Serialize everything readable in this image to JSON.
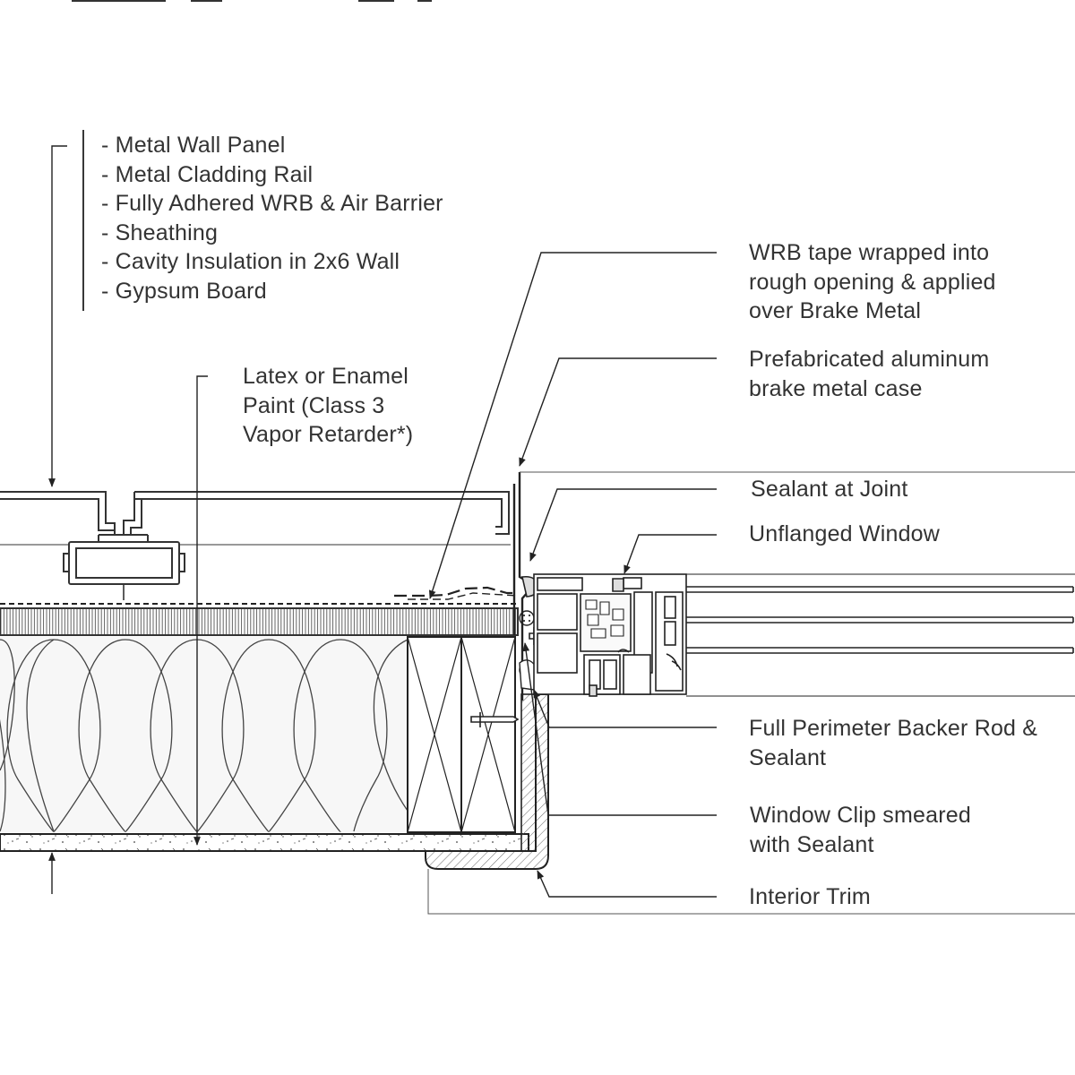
{
  "wall_assembly": [
    "- Metal Wall Panel",
    "- Metal Cladding Rail",
    "- Fully Adhered WRB & Air Barrier",
    "- Sheathing",
    "- Cavity Insulation in 2x6 Wall",
    "- Gypsum Board"
  ],
  "paint_note": [
    "Latex or Enamel",
    "Paint (Class 3",
    "Vapor Retarder*)"
  ],
  "callouts": {
    "wrb_tape": [
      "WRB tape wrapped into",
      "rough opening & applied",
      "over Brake Metal"
    ],
    "brake_metal": [
      "Prefabricated aluminum",
      "brake metal case"
    ],
    "sealant_joint": [
      "Sealant at Joint"
    ],
    "unflanged_window": [
      "Unflanged Window"
    ],
    "backer_rod": [
      "Full Perimeter Backer Rod &",
      "Sealant"
    ],
    "window_clip": [
      "Window Clip smeared",
      "with Sealant"
    ],
    "interior_trim": [
      "Interior Trim"
    ]
  },
  "colors": {
    "ink": "#333333",
    "background": "#ffffff",
    "insulation_fill": "#f7f7f7"
  }
}
